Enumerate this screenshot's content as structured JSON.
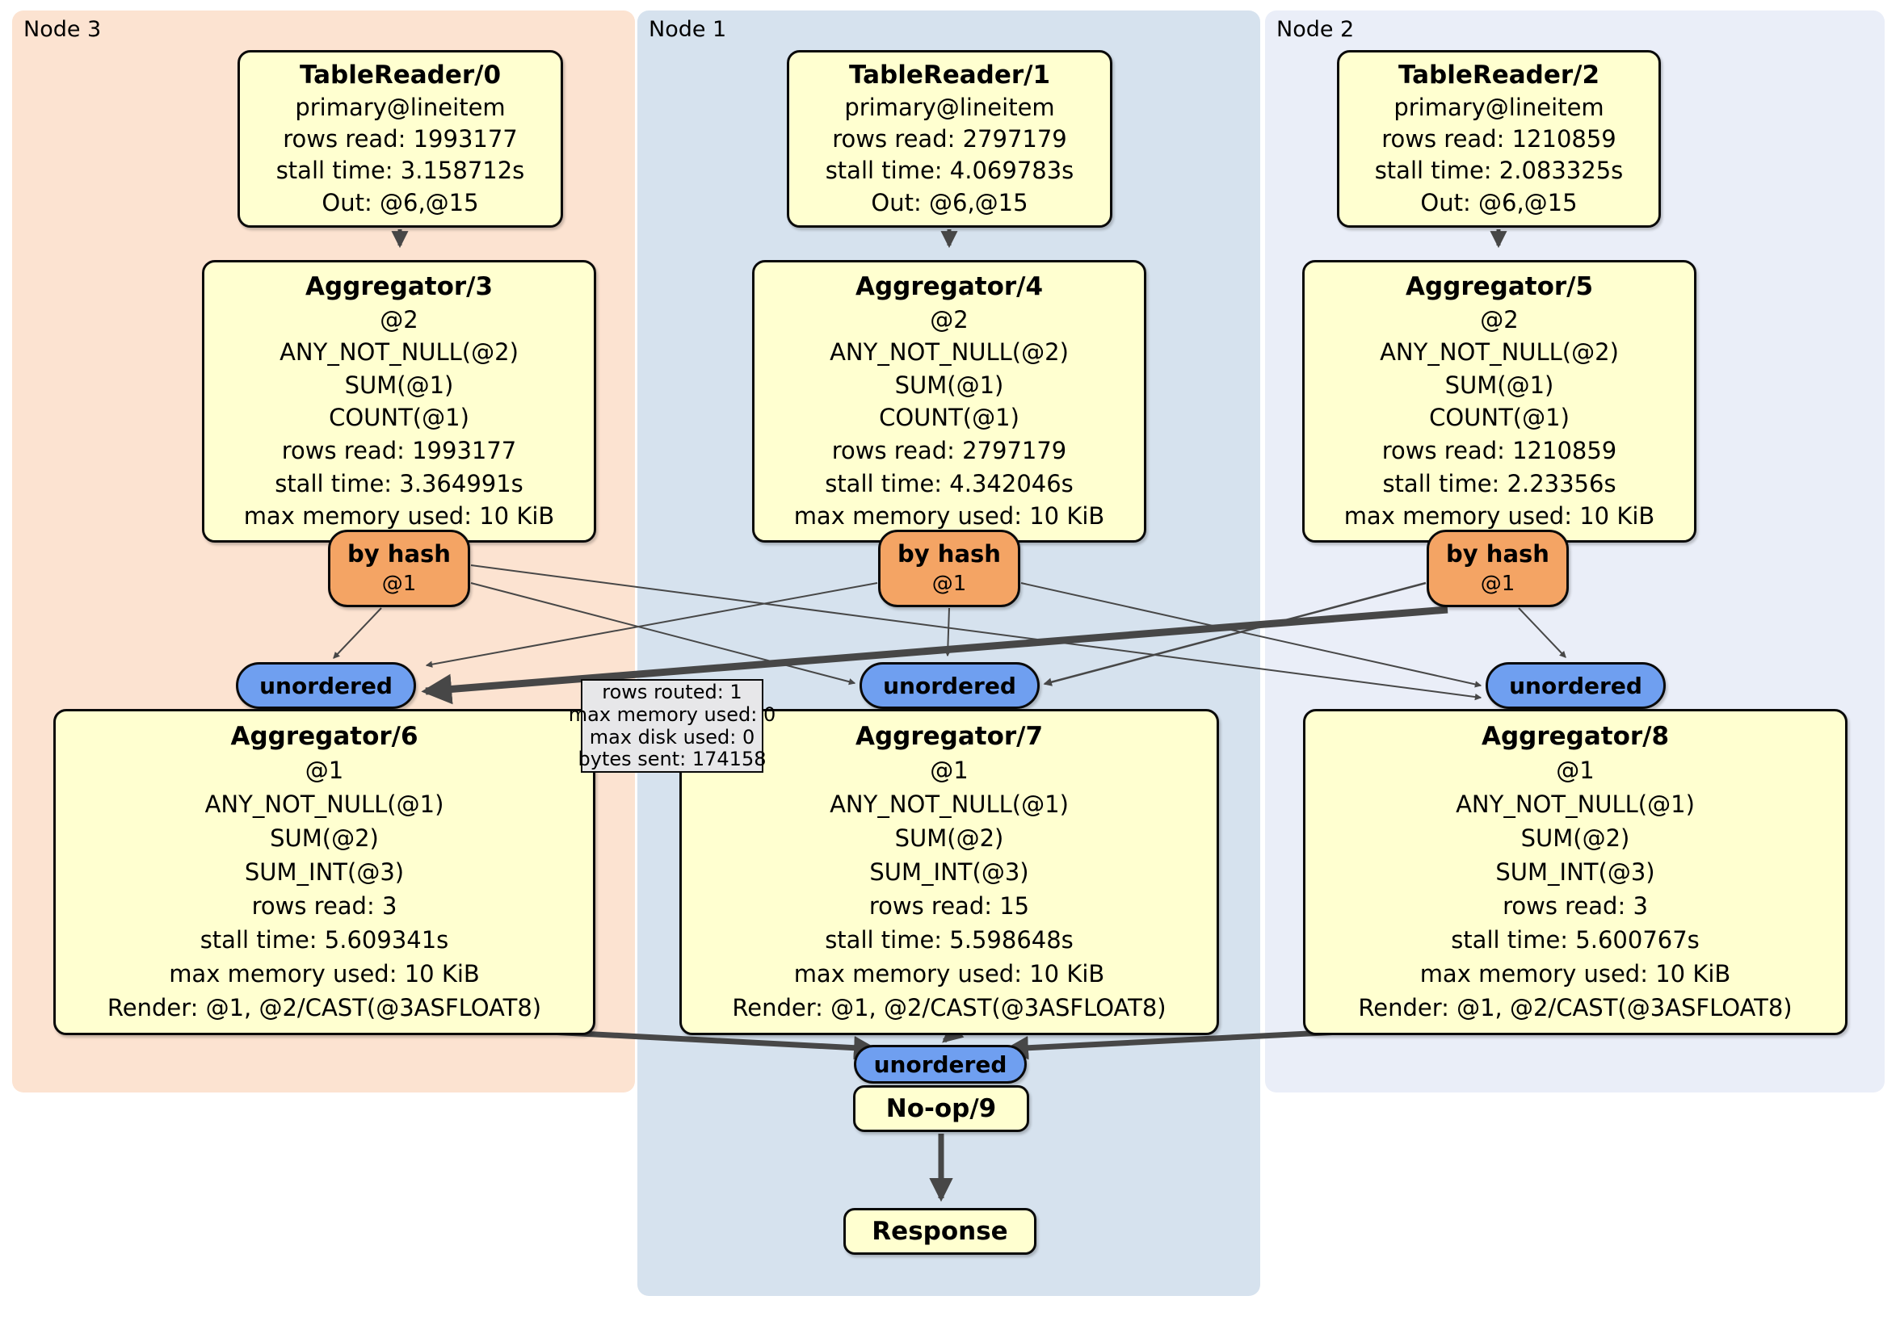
{
  "regions": [
    {
      "label": "Node 3",
      "color": "#fce3d1"
    },
    {
      "label": "Node 1",
      "color": "#d6e2ee"
    },
    {
      "label": "Node 2",
      "color": "#eaeef8"
    }
  ],
  "processors": {
    "table_readers": [
      {
        "title": "TableReader/0",
        "lines": [
          "primary@lineitem",
          "rows read: 1993177",
          "stall time: 3.158712s",
          "Out: @6,@15"
        ]
      },
      {
        "title": "TableReader/1",
        "lines": [
          "primary@lineitem",
          "rows read: 2797179",
          "stall time: 4.069783s",
          "Out: @6,@15"
        ]
      },
      {
        "title": "TableReader/2",
        "lines": [
          "primary@lineitem",
          "rows read: 1210859",
          "stall time: 2.083325s",
          "Out: @6,@15"
        ]
      }
    ],
    "hash_aggregators_stage1": [
      {
        "title": "Aggregator/3",
        "lines": [
          "@2",
          "ANY_NOT_NULL(@2)",
          "SUM(@1)",
          "COUNT(@1)",
          "rows read: 1993177",
          "stall time: 3.364991s",
          "max memory used: 10 KiB"
        ]
      },
      {
        "title": "Aggregator/4",
        "lines": [
          "@2",
          "ANY_NOT_NULL(@2)",
          "SUM(@1)",
          "COUNT(@1)",
          "rows read: 2797179",
          "stall time: 4.342046s",
          "max memory used: 10 KiB"
        ]
      },
      {
        "title": "Aggregator/5",
        "lines": [
          "@2",
          "ANY_NOT_NULL(@2)",
          "SUM(@1)",
          "COUNT(@1)",
          "rows read: 1210859",
          "stall time: 2.23356s",
          "max memory used: 10 KiB"
        ]
      }
    ],
    "hash_aggregators_stage2": [
      {
        "title": "Aggregator/6",
        "lines": [
          "@1",
          "ANY_NOT_NULL(@1)",
          "SUM(@2)",
          "SUM_INT(@3)",
          "rows read: 3",
          "stall time: 5.609341s",
          "max memory used: 10 KiB",
          "Render: @1, @2/CAST(@3ASFLOAT8)"
        ]
      },
      {
        "title": "Aggregator/7",
        "lines": [
          "@1",
          "ANY_NOT_NULL(@1)",
          "SUM(@2)",
          "SUM_INT(@3)",
          "rows read: 15",
          "stall time: 5.598648s",
          "max memory used: 10 KiB",
          "Render: @1, @2/CAST(@3ASFLOAT8)"
        ]
      },
      {
        "title": "Aggregator/8",
        "lines": [
          "@1",
          "ANY_NOT_NULL(@1)",
          "SUM(@2)",
          "SUM_INT(@3)",
          "rows read: 3",
          "stall time: 5.600767s",
          "max memory used: 10 KiB",
          "Render: @1, @2/CAST(@3ASFLOAT8)"
        ]
      }
    ],
    "noop": {
      "title": "No-op/9"
    },
    "response": {
      "title": "Response"
    }
  },
  "routers": [
    {
      "label": "by hash",
      "columns": "@1"
    },
    {
      "label": "by hash",
      "columns": "@1"
    },
    {
      "label": "by hash",
      "columns": "@1"
    }
  ],
  "connectors": {
    "unordered_label": "unordered"
  },
  "tooltip": {
    "lines": [
      "rows routed: 1",
      "max memory used: 0",
      "max disk used: 0",
      "bytes sent: 174158"
    ]
  },
  "colors": {
    "node3_background": "#fce3d1",
    "node1_background": "#d6e2ee",
    "node2_background": "#eaeef8",
    "processor_box": "#ffffd0",
    "router": "#f4a464",
    "connector": "#6f9ff0",
    "edge": "#474747",
    "tooltip_background": "#e7e7e9"
  }
}
